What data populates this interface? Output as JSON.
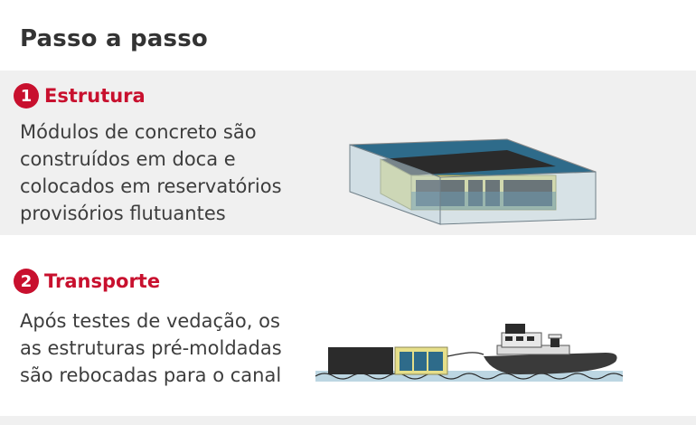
{
  "page": {
    "title": "Passo a passo"
  },
  "steps": [
    {
      "number": "1",
      "title": "Estrutura",
      "description_lines": [
        "Módulos de concreto são",
        "construídos em doca e",
        "colocados em reservatórios",
        "provisórios flutuantes"
      ]
    },
    {
      "number": "2",
      "title": "Transporte",
      "description_lines": [
        "Após testes de vedação, os",
        "as estruturas pré-moldadas",
        "são rebocadas para o canal"
      ]
    }
  ],
  "colors": {
    "accent": "#c8102e",
    "band": "#f0f0f0",
    "water": "#2e6b8a",
    "concrete": "#2b2b2b",
    "module_frame": "#e6df8a"
  },
  "illustrations": {
    "step1": "floating-reservoir-with-concrete-module-illustration",
    "step2": "tugboat-towing-module-illustration"
  }
}
